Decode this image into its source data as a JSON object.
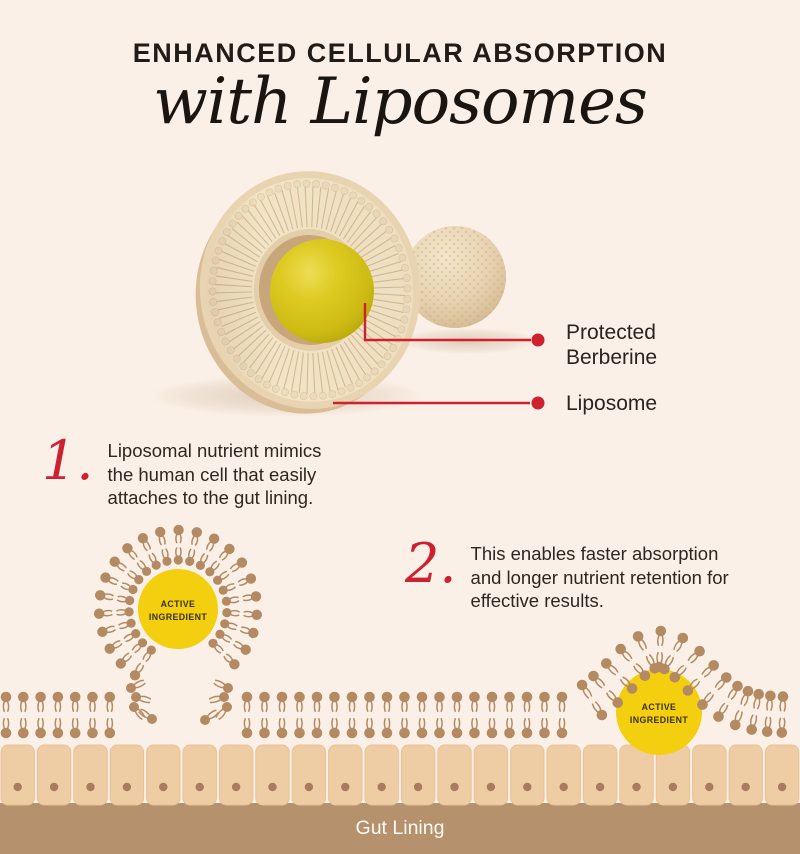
{
  "title": {
    "line1": "ENHANCED CELLULAR ABSORPTION",
    "line2": "with Liposomes"
  },
  "diagram": {
    "callouts": [
      {
        "label_line1": "Protected",
        "label_line2": "Berberine"
      },
      {
        "label": "Liposome"
      }
    ]
  },
  "steps": [
    {
      "number": "1.",
      "text": "Liposomal nutrient mimics\nthe human cell that easily\nattaches to the gut lining."
    },
    {
      "number": "2.",
      "text": "This enables faster absorption\nand longer nutrient retention for\neffective results."
    }
  ],
  "membrane_diagram": {
    "active_ingredient_line1": "ACTIVE",
    "active_ingredient_line2": "INGREDIENT",
    "gut_lining_label": "Gut Lining"
  },
  "colors": {
    "background": "#fbf0e7",
    "title_ink": "#211c17",
    "body_text": "#2d2721",
    "red": "#ce2130",
    "lipid_brown": "#b38a62",
    "membrane_yellow": "#f3cf10",
    "ingredient_text": "#3a3115",
    "ring_cream": "#f2e4c7",
    "ring_rim": "#e9d4b2",
    "ring_back": "#d9bd96",
    "ring_line": "#d2b289",
    "ring_bead": "#eddbbb",
    "ring_lip": "#e4cea9",
    "ring_hole": "#c7a67c",
    "sphere_yellow_light": "#eedd55",
    "sphere_yellow_dark": "#b3a20a",
    "cell": "#efcda4",
    "cell_edge": "#e8c197",
    "nucleus": "#a87c5e",
    "band": "#b5916d",
    "band_text": "#fdfaf5"
  }
}
